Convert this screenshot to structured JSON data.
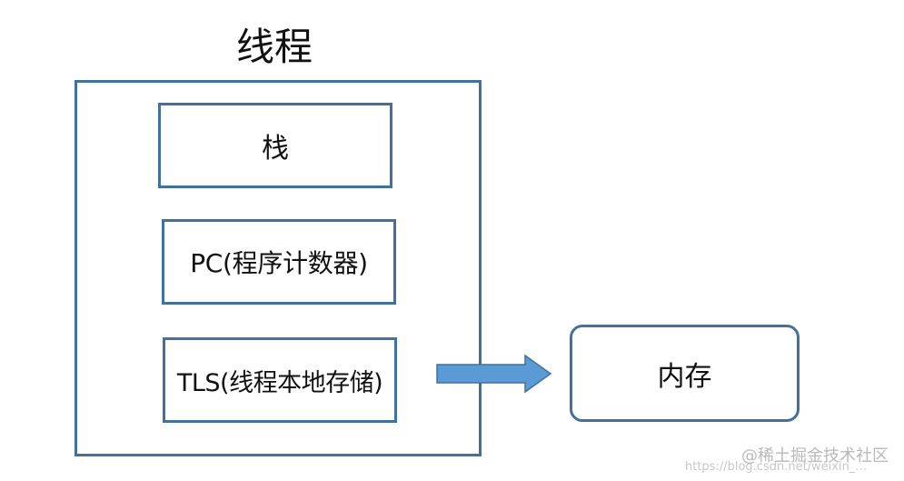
{
  "diagram": {
    "title": "线程",
    "stack_label": "栈",
    "pc_label": "PC(程序计数器)",
    "tls_label": "TLS(线程本地存储)",
    "memory_label": "内存"
  },
  "watermark": {
    "url_text": "https://blog.csdn.net/weixin_…",
    "community_text": "@稀土掘金技术社区"
  },
  "colors": {
    "border": "#41719c",
    "arrow_fill": "#5b9bd5",
    "text": "#111111"
  }
}
